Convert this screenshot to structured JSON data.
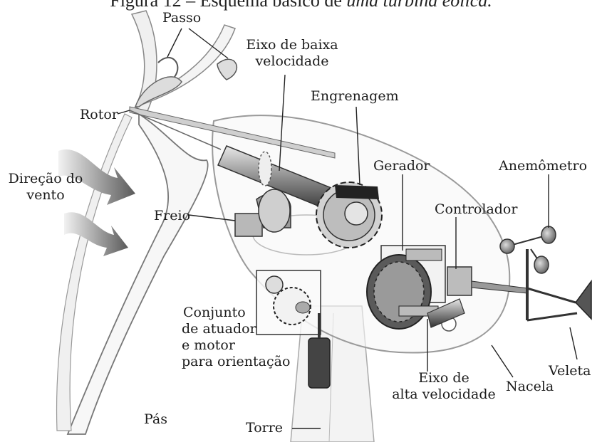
{
  "caption": {
    "prefix": "Figura 12 – Esquema básico de ",
    "italic": "uma turbina eólica."
  },
  "labels": {
    "passo": "Passo",
    "eixo_baixa_1": "Eixo de baixa",
    "eixo_baixa_2": "velocidade",
    "engrenagem": "Engrenagem",
    "rotor": "Rotor",
    "direcao_1": "Direção do",
    "direcao_2": "vento",
    "gerador": "Gerador",
    "anemometro": "Anemômetro",
    "freio": "Freio",
    "controlador": "Controlador",
    "conjunto_1": "Conjunto",
    "conjunto_2": "de atuador",
    "conjunto_3": "e motor",
    "conjunto_4": "para orientação",
    "veleta": "Veleta",
    "eixo_alta_1": "Eixo de",
    "eixo_alta_2": "alta velocidade",
    "nacela": "Nacela",
    "pas": "Pás",
    "torre": "Torre"
  }
}
